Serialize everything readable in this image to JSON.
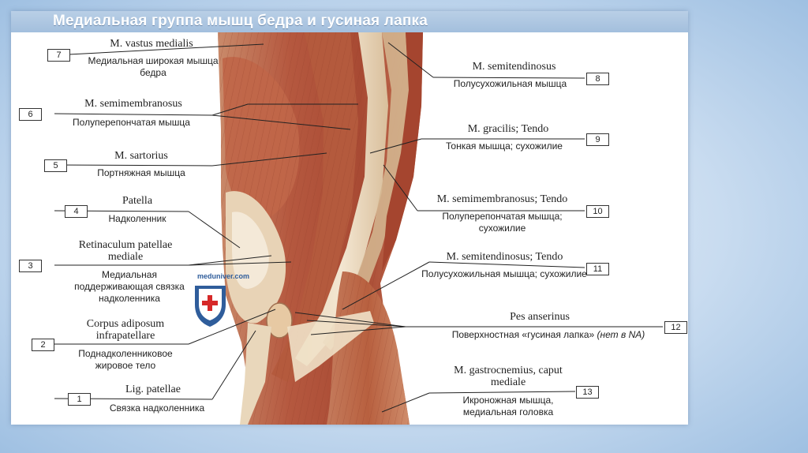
{
  "title": "Медиальная группа мышц бедра и гусиная лапка",
  "watermark": "meduniver.com",
  "colors": {
    "muscle": "#b5583f",
    "tendon": "#e2cdb0",
    "title_bar": "#a9c3df",
    "logo_blue": "#2f5d9b",
    "logo_red": "#d62828"
  },
  "labels": [
    {
      "num": "1",
      "latin": "Lig. patellae",
      "russian": "Связка надколенника"
    },
    {
      "num": "2",
      "latin": "Corpus adiposum infrapatellare",
      "russian": "Поднадколенниковое жировое тело"
    },
    {
      "num": "3",
      "latin": "Retinaculum patellae mediale",
      "russian": "Медиальная поддерживающая связка надколенника"
    },
    {
      "num": "4",
      "latin": "Patella",
      "russian": "Надколенник"
    },
    {
      "num": "5",
      "latin": "M. sartorius",
      "russian": "Портняжная мышца"
    },
    {
      "num": "6",
      "latin": "M. semimembranosus",
      "russian": "Полуперепончатая мышца"
    },
    {
      "num": "7",
      "latin": "M. vastus medialis",
      "russian": "Медиальная широкая мышца бедра"
    },
    {
      "num": "8",
      "latin": "M. semitendinosus",
      "russian": "Полусухожильная мышца"
    },
    {
      "num": "9",
      "latin": "M. gracilis; Tendo",
      "russian": "Тонкая мышца; сухожилие"
    },
    {
      "num": "10",
      "latin": "M. semimembranosus; Tendo",
      "russian": "Полуперепончатая мышца; сухожилие"
    },
    {
      "num": "11",
      "latin": "M. semitendinosus; Tendo",
      "russian": "Полусухожильная мышца; сухожилие"
    },
    {
      "num": "12",
      "latin": "Pes anserinus",
      "russian": "Поверхностная «гусиная лапка»",
      "note": "(нет в NA)"
    },
    {
      "num": "13",
      "latin": "M. gastrocnemius, caput mediale",
      "russian": "Икроножная мышца, медиальная головка"
    }
  ]
}
